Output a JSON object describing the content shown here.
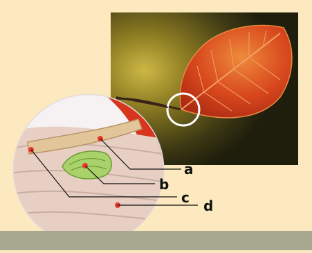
{
  "figure": {
    "labels": {
      "a": "a",
      "b": "b",
      "c": "c",
      "d": "d"
    }
  },
  "colors": {
    "background": "#FDE9BF",
    "bottom_bar": "#A8A890",
    "photo_dark": "#2C2A10",
    "photo_glow": "#C8B23C",
    "leaf": "#D2401F",
    "leaf_highlight": "#E9752E",
    "twig": "#3A2418",
    "highlight_ring": "#FFFFFF",
    "bud_green": "#A9D26A",
    "marker_dot": "#E63A2A",
    "tissue_pink": "#E7CFC4",
    "stem_tan": "#E2C69A",
    "leader_line": "#111111"
  }
}
